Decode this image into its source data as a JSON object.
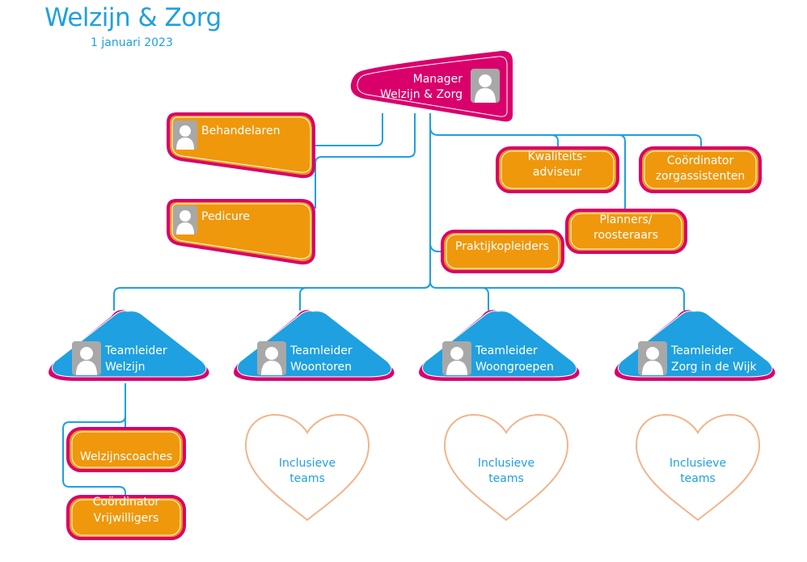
{
  "header": {
    "title": "Welzijn & Zorg",
    "date": "1 januari 2023"
  },
  "colors": {
    "manager_fill": "#d9006c",
    "staff_fill": "#ef980c",
    "staff_border": "#d9006c",
    "teamleader_fill": "#1fa0e0",
    "teamleader_border": "#d9006c",
    "connector": "#1fa0e0",
    "heart_stroke": "#f2b48a",
    "text_accent": "#1fa0e0"
  },
  "manager": {
    "lines": [
      "Manager",
      "Welzijn & Zorg"
    ],
    "icon": "person-avatar-icon"
  },
  "staff": [
    {
      "id": "behandelaren",
      "lines": [
        "Behandelaren"
      ],
      "icon": "person-avatar-icon"
    },
    {
      "id": "pedicure",
      "lines": [
        "Pedicure"
      ],
      "icon": "person-avatar-icon"
    },
    {
      "id": "kwaliteitsadviseur",
      "lines": [
        "Kwaliteits-",
        "adviseur"
      ]
    },
    {
      "id": "coordinator-zorgassistenten",
      "lines": [
        "Coördinator",
        "zorgassistenten"
      ]
    },
    {
      "id": "planners",
      "lines": [
        "Planners/",
        "roosteraars"
      ]
    },
    {
      "id": "praktijkopleiders",
      "lines": [
        "Praktijkopleiders"
      ]
    }
  ],
  "teamleaders": [
    {
      "id": "welzijn",
      "lines": [
        "Teamleider",
        "Welzijn"
      ],
      "icon": "person-avatar-icon"
    },
    {
      "id": "woontoren",
      "lines": [
        "Teamleider",
        "Woontoren"
      ],
      "icon": "person-avatar-icon"
    },
    {
      "id": "woongroepen",
      "lines": [
        "Teamleider",
        "Woongroepen"
      ],
      "icon": "person-avatar-icon"
    },
    {
      "id": "zorg-in-de-wijk",
      "lines": [
        "Teamleider",
        "Zorg in de Wijk"
      ],
      "icon": "person-avatar-icon"
    }
  ],
  "welzijn_children": [
    {
      "id": "welzijnscoaches",
      "lines": [
        "Welzijnscoaches"
      ]
    },
    {
      "id": "coordinator-vrijwilligers",
      "lines": [
        "Coördinator",
        "Vrijwilligers"
      ]
    }
  ],
  "teams": [
    {
      "id": "woontoren-teams",
      "lines": [
        "Inclusieve",
        "teams"
      ],
      "icon": "heart-icon"
    },
    {
      "id": "woongroepen-teams",
      "lines": [
        "Inclusieve",
        "teams"
      ],
      "icon": "heart-icon"
    },
    {
      "id": "wijk-teams",
      "lines": [
        "Inclusieve",
        "teams"
      ],
      "icon": "heart-icon"
    }
  ]
}
